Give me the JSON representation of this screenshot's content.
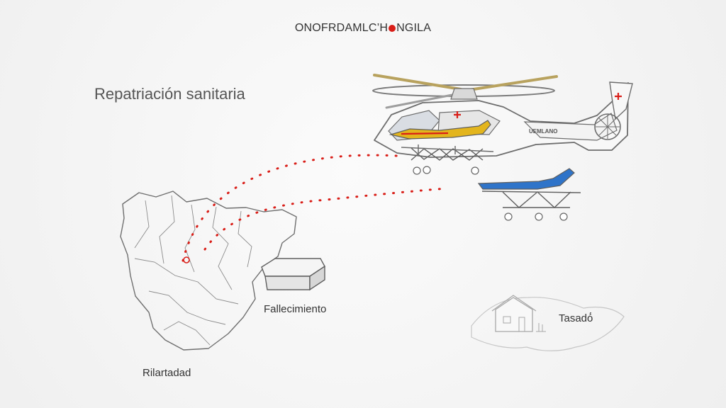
{
  "header": {
    "brand_left": "ONOFRDAMLC’H",
    "brand_right": "NGILA"
  },
  "title": "Repatriación sanitaria",
  "labels": {
    "fallecimiento": "Fallecimiento",
    "traslado": "Tasadó́",
    "origin": "Rilartadad"
  },
  "helicopter": {
    "tail_text": "UEMLANO"
  },
  "colors": {
    "accent_red": "#d91e18",
    "line_gray": "#6f6f6f",
    "stretcher_blue": "#2f74c9",
    "stretcher_yellow": "#e3b51d"
  },
  "icons": [
    "helicopter-icon",
    "stretcher-icon",
    "coffin-icon",
    "house-icon",
    "map-icon"
  ]
}
